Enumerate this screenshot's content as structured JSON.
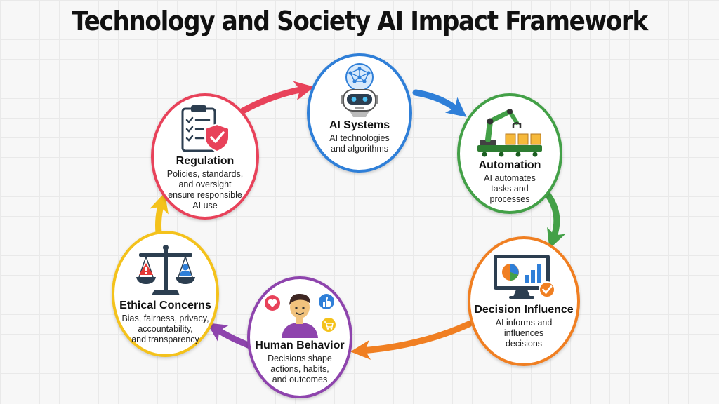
{
  "title": "Technology and Society AI Impact Framework",
  "colors": {
    "ai_systems": "#2f7fd8",
    "automation": "#43a047",
    "decision_influence": "#f07f22",
    "human_behavior": "#8e44ad",
    "ethical_concerns": "#f4c21b",
    "regulation": "#e8425a"
  },
  "nodes": {
    "ai_systems": {
      "icon": "robot-brain-icon",
      "title": "AI Systems",
      "desc_lines": [
        "AI technologies",
        "and algorithms"
      ]
    },
    "automation": {
      "icon": "robot-arm-conveyor-icon",
      "title": "Automation",
      "desc_lines": [
        "AI automates",
        "tasks and",
        "processes"
      ]
    },
    "decision_influence": {
      "icon": "monitor-chart-icon",
      "title": "Decision Influence",
      "desc_lines": [
        "AI informs and",
        "influences",
        "decisions"
      ]
    },
    "human_behavior": {
      "icon": "person-social-icon",
      "title": "Human Behavior",
      "desc_lines": [
        "Decisions shape",
        "actions, habits,",
        "and outcomes"
      ]
    },
    "ethical_concerns": {
      "icon": "scales-icon",
      "title": "Ethical Concerns",
      "desc_lines": [
        "Bias, fairness, privacy,",
        "accountability,",
        "and transparency"
      ]
    },
    "regulation": {
      "icon": "clipboard-shield-icon",
      "title": "Regulation",
      "desc_lines": [
        "Policies, standards,",
        "and oversight",
        "ensure responsible",
        "AI use"
      ]
    }
  }
}
